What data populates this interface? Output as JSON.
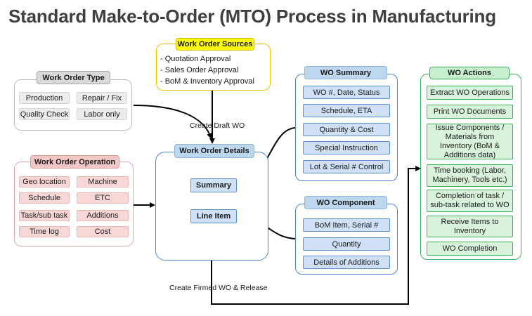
{
  "title": "Standard Make-to-Order (MTO) Process in Manufacturing",
  "work_order_type": {
    "header": "Work Order Type",
    "items": [
      "Production",
      "Repair / Fix",
      "Quality Check",
      "Labor only"
    ]
  },
  "work_order_sources": {
    "header": "Work Order Sources",
    "items": [
      "- Quotation Approval",
      "- Sales Order Approval",
      "- BoM & Inventory Approval"
    ]
  },
  "work_order_operation": {
    "header": "Work Order Operation",
    "items": [
      "Geo location",
      "Machine",
      "Schedule",
      "ETC",
      "Task/sub task",
      "Additions",
      "Time log",
      "Cost"
    ]
  },
  "work_order_details": {
    "header": "Work Order Details",
    "summary": "Summary",
    "line_item": "Line Item"
  },
  "wo_summary": {
    "header": "WO Summary",
    "items": [
      "WO #, Date, Status",
      "Schedule, ETA",
      "Quantity & Cost",
      "Special Instruction",
      "Lot & Serial # Control"
    ]
  },
  "wo_component": {
    "header": "WO Component",
    "items": [
      "BoM Item, Serial #",
      "Quantity",
      "Details of Additions"
    ]
  },
  "wo_actions": {
    "header": "WO Actions",
    "items": [
      "Extract WO Operations",
      "Print WO Documents",
      "Issue Components / Materials from Inventory (BoM & Additions data)",
      "Time booking (Labor, Machinery, Tools etc.)",
      "Completion of task / sub-task related to WO",
      "Receive Items to Inventory",
      "WO Completion"
    ]
  },
  "labels": {
    "create_draft": "Create Draft WO",
    "create_firmed": "Create Firmed WO & Release"
  },
  "colors": {
    "type_header": "#d9d9d9",
    "source_header": "#ffff00",
    "source_border": "#f2c200",
    "operation_header": "#f4c7c7",
    "operation_border": "#e8a6a6",
    "blue_header": "#bdd7ee",
    "blue_border": "#4a86d4",
    "green_header": "#c6efce",
    "green_border": "#3fb05a"
  }
}
